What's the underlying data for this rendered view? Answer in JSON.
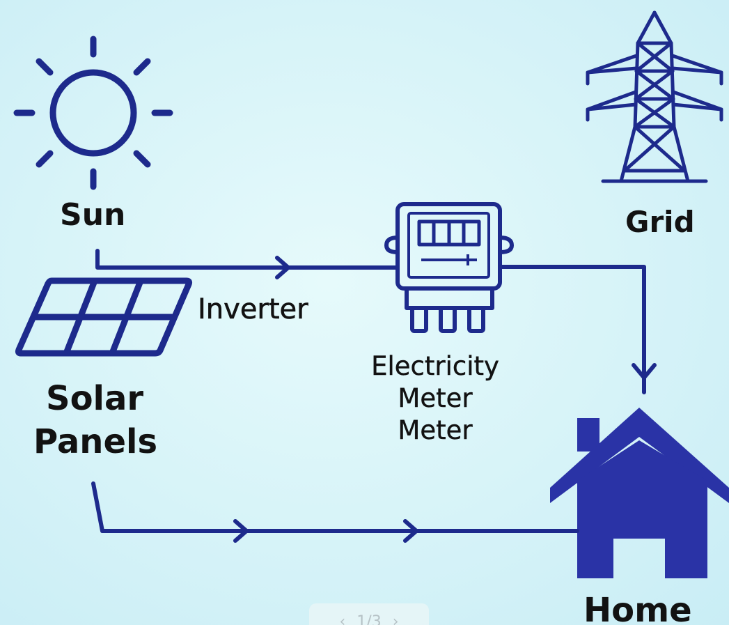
{
  "diagram": {
    "labels": {
      "sun": "Sun",
      "grid": "Grid",
      "inverter": "Inverter",
      "meter_line1": "Electricity",
      "meter_line2": "Meter",
      "meter_line3": "Meter",
      "solar_line1": "Solar",
      "solar_line2": "Panels",
      "home": "Home"
    },
    "icons": {
      "sun": "sun-icon",
      "solar_panel": "solar-panel-icon",
      "meter": "electricity-meter-icon",
      "tower": "transmission-tower-icon",
      "home": "house-icon"
    },
    "colors": {
      "stroke": "#1d2a8c",
      "house_fill": "#2a33a6",
      "text": "#121212",
      "background": "#d6f3f8"
    }
  },
  "pager": {
    "prev": "‹",
    "text": "1/3",
    "next": "›"
  }
}
